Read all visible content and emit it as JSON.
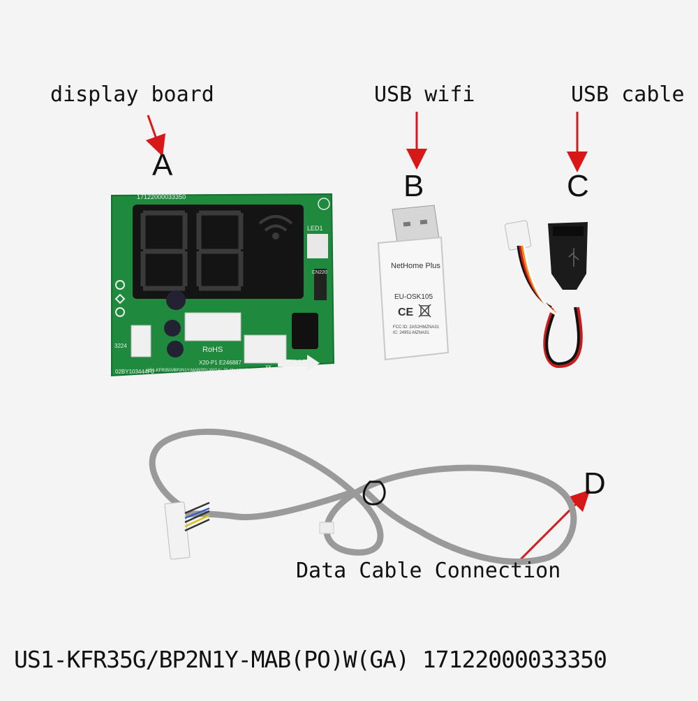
{
  "labels": {
    "display_board": "display board",
    "usb_wifi": "USB wifi",
    "usb_cable": "USB cable",
    "data_cable": "Data Cable Connection"
  },
  "letters": {
    "a": "A",
    "b": "B",
    "c": "C",
    "d": "D"
  },
  "board_print": {
    "part_number": "17122000033350",
    "led_label": "LED1",
    "connector_cn220": "CN220",
    "rohs": "RoHS",
    "code": "X20-P1 E246887",
    "model_line": "US1-KFR35G/BP2N1Y-MAB(P0)-W(GA) JD CN MXXSLXP2-1",
    "rec": "REC",
    "xk": "XK",
    "side_code": "3224",
    "bottom_code": "02BY103444F0"
  },
  "dongle": {
    "brand": "NetHome Plus",
    "model": "EU-OSK105",
    "marks": "CE",
    "fcc": "FCC ID: 2AS2HMZNA31",
    "ic": "IC: 24951-MZNA31"
  },
  "caption": "US1-KFR35G/BP2N1Y-MAB(PO)W(GA) 17122000033350",
  "colors": {
    "arrow": "#d81818",
    "pcb": "#1f8a3e",
    "display": "#141414",
    "cable_gray": "#9a9a9a",
    "background": "#f4f4f4"
  }
}
